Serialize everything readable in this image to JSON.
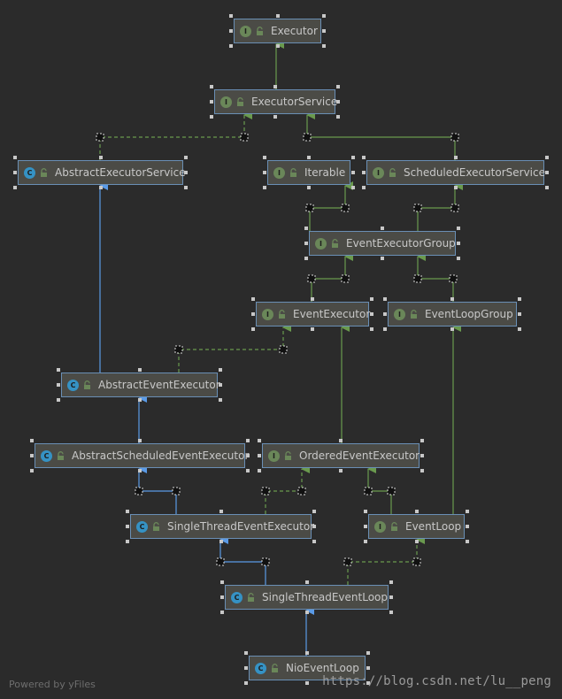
{
  "diagram": {
    "nodes": [
      {
        "id": "Executor",
        "label": "Executor",
        "kind": "interface"
      },
      {
        "id": "ExecutorService",
        "label": "ExecutorService",
        "kind": "interface"
      },
      {
        "id": "AbstractExecutorService",
        "label": "AbstractExecutorService",
        "kind": "class"
      },
      {
        "id": "Iterable",
        "label": "Iterable",
        "kind": "interface"
      },
      {
        "id": "ScheduledExecutorService",
        "label": "ScheduledExecutorService",
        "kind": "interface"
      },
      {
        "id": "EventExecutorGroup",
        "label": "EventExecutorGroup",
        "kind": "interface"
      },
      {
        "id": "EventExecutor",
        "label": "EventExecutor",
        "kind": "interface"
      },
      {
        "id": "EventLoopGroup",
        "label": "EventLoopGroup",
        "kind": "interface"
      },
      {
        "id": "AbstractEventExecutor",
        "label": "AbstractEventExecutor",
        "kind": "class"
      },
      {
        "id": "AbstractScheduledEventExecutor",
        "label": "AbstractScheduledEventExecutor",
        "kind": "class"
      },
      {
        "id": "OrderedEventExecutor",
        "label": "OrderedEventExecutor",
        "kind": "interface"
      },
      {
        "id": "SingleThreadEventExecutor",
        "label": "SingleThreadEventExecutor",
        "kind": "class"
      },
      {
        "id": "EventLoop",
        "label": "EventLoop",
        "kind": "interface"
      },
      {
        "id": "SingleThreadEventLoop",
        "label": "SingleThreadEventLoop",
        "kind": "class"
      },
      {
        "id": "NioEventLoop",
        "label": "NioEventLoop",
        "kind": "class"
      }
    ],
    "edges": [
      {
        "from": "ExecutorService",
        "to": "Executor",
        "type": "extends"
      },
      {
        "from": "AbstractExecutorService",
        "to": "ExecutorService",
        "type": "implements"
      },
      {
        "from": "ScheduledExecutorService",
        "to": "ExecutorService",
        "type": "extends"
      },
      {
        "from": "EventExecutorGroup",
        "to": "Iterable",
        "type": "extends"
      },
      {
        "from": "EventExecutorGroup",
        "to": "ScheduledExecutorService",
        "type": "extends"
      },
      {
        "from": "EventExecutor",
        "to": "EventExecutorGroup",
        "type": "extends"
      },
      {
        "from": "EventLoopGroup",
        "to": "EventExecutorGroup",
        "type": "extends"
      },
      {
        "from": "AbstractEventExecutor",
        "to": "AbstractExecutorService",
        "type": "class-extends"
      },
      {
        "from": "AbstractEventExecutor",
        "to": "EventExecutor",
        "type": "implements"
      },
      {
        "from": "AbstractScheduledEventExecutor",
        "to": "AbstractEventExecutor",
        "type": "class-extends"
      },
      {
        "from": "OrderedEventExecutor",
        "to": "EventExecutor",
        "type": "extends"
      },
      {
        "from": "SingleThreadEventExecutor",
        "to": "AbstractScheduledEventExecutor",
        "type": "class-extends"
      },
      {
        "from": "SingleThreadEventExecutor",
        "to": "OrderedEventExecutor",
        "type": "implements"
      },
      {
        "from": "EventLoop",
        "to": "OrderedEventExecutor",
        "type": "extends"
      },
      {
        "from": "EventLoop",
        "to": "EventLoopGroup",
        "type": "extends"
      },
      {
        "from": "SingleThreadEventLoop",
        "to": "SingleThreadEventExecutor",
        "type": "class-extends"
      },
      {
        "from": "SingleThreadEventLoop",
        "to": "EventLoop",
        "type": "implements"
      },
      {
        "from": "NioEventLoop",
        "to": "SingleThreadEventLoop",
        "type": "class-extends"
      }
    ]
  },
  "footer": {
    "powered_by": "Powered by yFiles"
  },
  "watermark": "https://blog.csdn.net/lu__peng",
  "colors": {
    "background": "#2b2b2b",
    "node_fill": "#4b4b46",
    "node_border": "#6a8fb5",
    "interface_badge": "#6a8759",
    "class_badge": "#3592c4",
    "interface_edge": "#6a9a4e",
    "class_edge": "#5a9ae6",
    "label": "#c8c8c8"
  },
  "badges": {
    "interface": "I",
    "class": "C"
  },
  "icons": {
    "visibility": "lock-icon"
  }
}
